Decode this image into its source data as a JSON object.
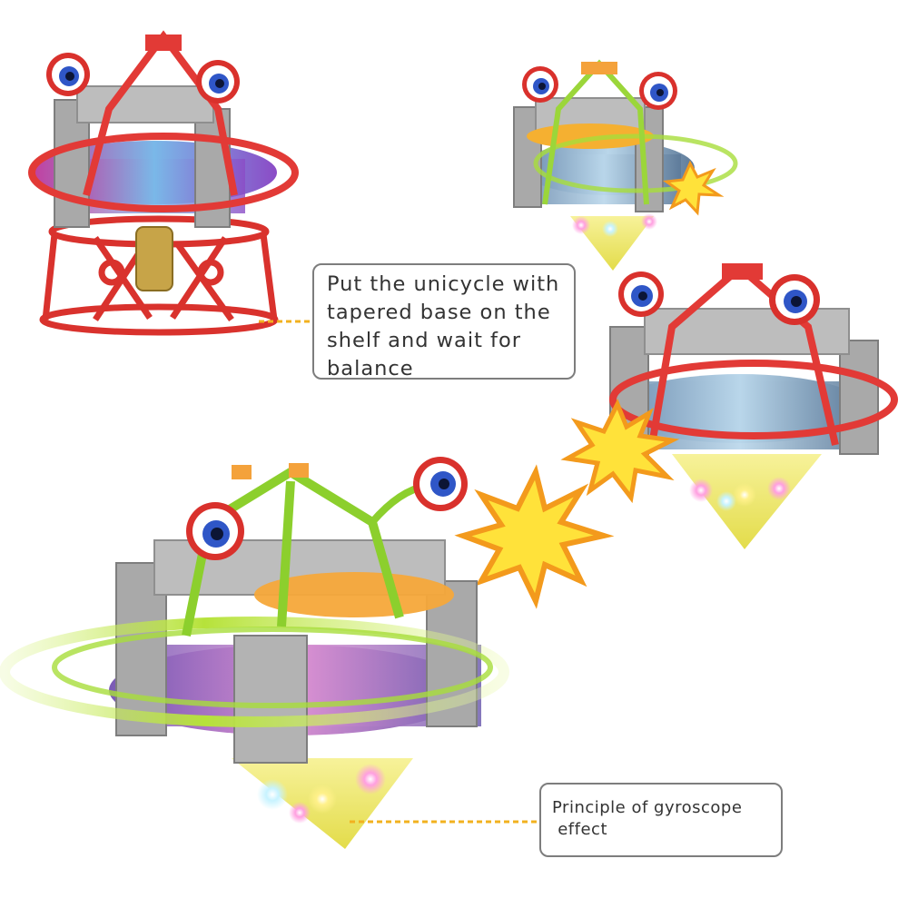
{
  "callouts": {
    "balance": {
      "lines": [
        "Put the unicycle with",
        "tapered base on the",
        "shelf and wait for",
        "balance"
      ]
    },
    "gyroscope": {
      "lines": [
        "Principle of gyroscope",
        " effect"
      ]
    }
  },
  "colors": {
    "red_robot": "#e23a36",
    "green_robot": "#8ccf2d",
    "gray_body": "#a9a9a9",
    "cone": "#f3f08a",
    "burst_orange": "#f39a1c",
    "burst_yellow": "#ffe23a",
    "leader_line": "#f2b11f",
    "callout_border": "#7d7d7d"
  }
}
